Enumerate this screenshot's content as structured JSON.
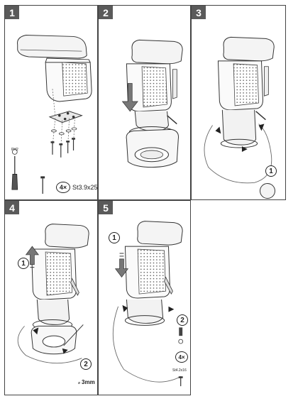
{
  "steps": [
    {
      "number": "1",
      "screw_count": "4×",
      "screw_spec": "St3.9x25",
      "tool_label": "PH2"
    },
    {
      "number": "2"
    },
    {
      "number": "3",
      "callout": "1"
    },
    {
      "number": "4",
      "callout_a": "1",
      "callout_b": "2",
      "gap_label": "3mm",
      "gap_symbol": "ø"
    },
    {
      "number": "5",
      "callout_a": "1",
      "callout_b": "2",
      "screw_count": "4×",
      "screw_spec": "St4.2x16"
    }
  ]
}
